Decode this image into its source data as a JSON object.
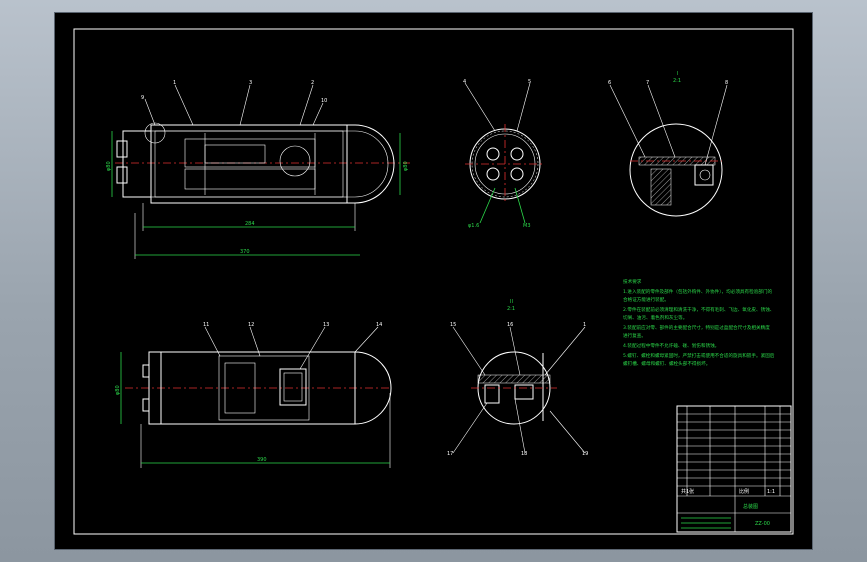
{
  "drawing": {
    "view_labels": {
      "detail_top": "I",
      "detail_top_sub": "2:1",
      "detail_bottom": "II",
      "detail_bottom_sub": "2:1"
    },
    "dimensions": {
      "top_view_inner": "284",
      "top_view_overall": "370",
      "top_view_height": "φ80",
      "top_view_height2": "φ80",
      "bottom_view_overall": "390",
      "bottom_view_height": "φ80",
      "end_view_a": "φ1.6",
      "end_view_b": "M3"
    },
    "part_callouts": {
      "top_view": [
        "9",
        "1",
        "3",
        "2",
        "10"
      ],
      "end_view": [
        "4",
        "5"
      ],
      "detail_top": [
        "6",
        "7",
        "8"
      ],
      "bottom_view": [
        "11",
        "12",
        "13",
        "14"
      ],
      "detail_bottom_top": [
        "15",
        "16",
        "1"
      ],
      "detail_bottom_bottom": [
        "17",
        "18",
        "19"
      ]
    },
    "notes_title": "技术要求",
    "notes": [
      "1.进入装配的零件及部件（包括外购件、外协件），均必须具有检验部门的",
      "合格证方能进行装配。",
      "2.零件在装配前必须清理和清洗干净，不得有毛刺、飞边、氧化皮、锈蚀、",
      "切屑、油污、着色剂和灰尘等。",
      "3.装配前应对零、部件的主要配合尺寸，特别是过盈配合尺寸及相关精度",
      "进行复查。",
      "4.装配过程中零件不允许磕、碰、划伤和锈蚀。",
      "5.螺钉、螺栓和螺母紧固时，严禁打击或使用不合适的旋具和扳手。紧固后",
      "螺钉槽、螺母和螺钉、螺栓头部不得损坏。"
    ],
    "title_block": {
      "title": "总装图",
      "drawing_no": "ZZ-00",
      "scale_label": "比例",
      "scale": "1:1",
      "sheet": "共1张"
    }
  }
}
